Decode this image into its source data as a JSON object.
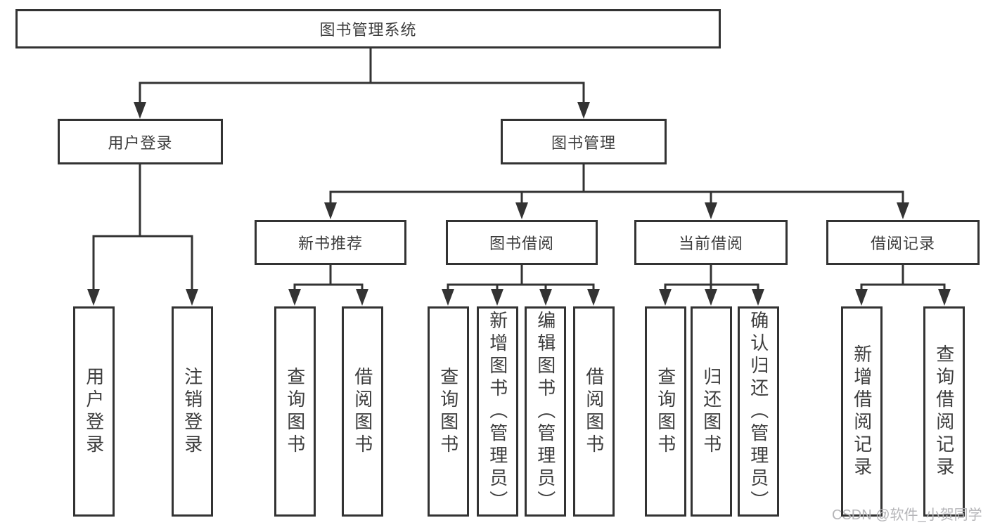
{
  "diagram": {
    "title": {
      "label": "图书管理系统"
    },
    "level2": [
      {
        "label": "用户登录"
      },
      {
        "label": "图书管理"
      }
    ],
    "level3": [
      {
        "label": "新书推荐"
      },
      {
        "label": "图书借阅"
      },
      {
        "label": "当前借阅"
      },
      {
        "label": "借阅记录"
      }
    ],
    "leaves": [
      {
        "label": "用户登录"
      },
      {
        "label": "注销登录"
      },
      {
        "label": "查询图书"
      },
      {
        "label": "借阅图书"
      },
      {
        "label": "查询图书"
      },
      {
        "label": "新增图书（管理员）"
      },
      {
        "label": "编辑图书（管理员）"
      },
      {
        "label": "借阅图书"
      },
      {
        "label": "查询图书"
      },
      {
        "label": "归还图书"
      },
      {
        "label": "确认归还（管理员）"
      },
      {
        "label": "新增借阅记录"
      },
      {
        "label": "查询借阅记录"
      }
    ],
    "watermark": {
      "text": "CSDN @软件_小贺同学"
    },
    "colors": {
      "line": "#333333",
      "text": "#3d3d3d",
      "box_fill": "#ffffff",
      "background": "#ffffff",
      "watermark": "#b5b5b8"
    }
  }
}
